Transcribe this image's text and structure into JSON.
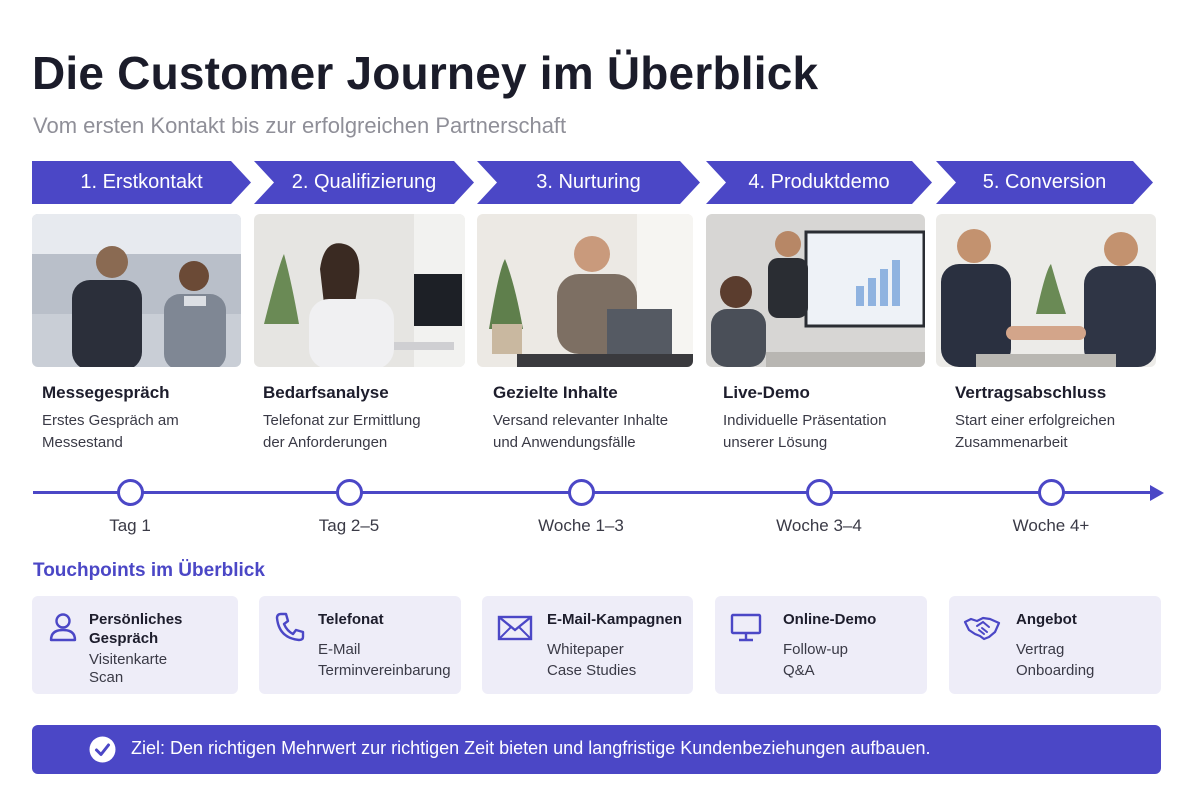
{
  "header": {
    "title": "Die Customer Journey im Überblick",
    "subtitle": "Vom ersten Kontakt bis zur erfolgreichen Partnerschaft"
  },
  "colors": {
    "accent": "#4b47c6",
    "card_bg": "#eeedf8",
    "text": "#1d1d2c"
  },
  "stages": [
    {
      "label": "1. Erstkontakt",
      "title": "Messegespräch",
      "desc1": "Erstes Gespräch am",
      "desc2": "Messestand",
      "time": "Tag 1",
      "photo": "trade-fair-conversation-photo"
    },
    {
      "label": "2. Qualifizierung",
      "title": "Bedarfsanalyse",
      "desc1": "Telefonat zur Ermittlung",
      "desc2": "der Anforderungen",
      "time": "Tag 2–5",
      "photo": "phone-call-photo"
    },
    {
      "label": "3. Nurturing",
      "title": "Gezielte Inhalte",
      "desc1": "Versand relevanter Inhalte",
      "desc2": "und Anwendungsfälle",
      "time": "Woche 1–3",
      "photo": "laptop-work-photo"
    },
    {
      "label": "4. Produktdemo",
      "title": "Live-Demo",
      "desc1": "Individuelle Präsentation",
      "desc2": "unserer Lösung",
      "time": "Woche 3–4",
      "photo": "presentation-photo"
    },
    {
      "label": "5. Conversion",
      "title": "Vertragsabschluss",
      "desc1": "Start einer erfolgreichen",
      "desc2": "Zusammenarbeit",
      "time": "Woche 4+",
      "photo": "handshake-photo"
    }
  ],
  "touchpoints": {
    "heading": "Touchpoints im Überblick",
    "cards": [
      {
        "icon": "person-icon",
        "title1": "Persönliches",
        "title2": "Gespräch",
        "line1": "Visitenkarte",
        "line2": "Scan"
      },
      {
        "icon": "phone-icon",
        "title1": "Telefonat",
        "title2": "",
        "line1": "E-Mail",
        "line2": "Terminvereinbarung"
      },
      {
        "icon": "mail-icon",
        "title1": "E-Mail-Kampagnen",
        "title2": "",
        "line1": "Whitepaper",
        "line2": "Case Studies"
      },
      {
        "icon": "monitor-icon",
        "title1": "Online-Demo",
        "title2": "",
        "line1": "Follow-up",
        "line2": "Q&A"
      },
      {
        "icon": "handshake-icon",
        "title1": "Angebot",
        "title2": "",
        "line1": "Vertrag",
        "line2": "Onboarding"
      }
    ]
  },
  "goal": {
    "icon": "check-circle-icon",
    "text": "Ziel: Den richtigen Mehrwert zur richtigen Zeit bieten und langfristige Kundenbeziehungen aufbauen."
  }
}
